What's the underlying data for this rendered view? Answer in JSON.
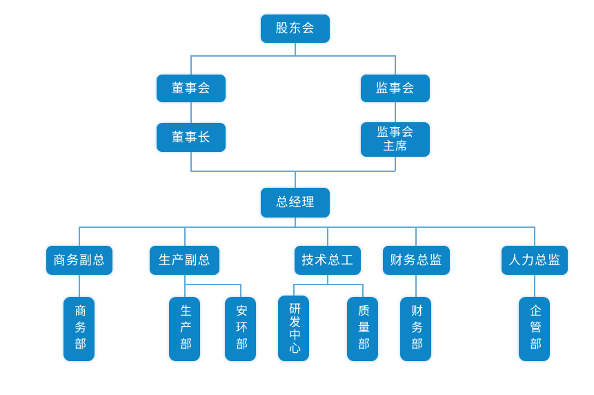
{
  "org_chart": {
    "type": "org-tree",
    "accent_color": "#0d85c7",
    "connector_color": "#63a8d6",
    "text_color": "#ffffff",
    "nodes": {
      "shareholders": {
        "label": "股东会"
      },
      "board": {
        "label": "董事会"
      },
      "chairman": {
        "label": "董事长"
      },
      "supervisory_board": {
        "label": "监事会"
      },
      "supervisory_chairman": {
        "label": "监事会\n主席"
      },
      "general_manager": {
        "label": "总经理"
      },
      "business_vp": {
        "label": "商务副总"
      },
      "production_vp": {
        "label": "生产副总"
      },
      "chief_engineer": {
        "label": "技术总工"
      },
      "finance_director": {
        "label": "财务总监"
      },
      "hr_director": {
        "label": "人力总监"
      },
      "business_dept": {
        "label": "商务部"
      },
      "production_dept": {
        "label": "生产部"
      },
      "safety_env_dept": {
        "label": "安环部"
      },
      "rd_center": {
        "label": "研发中心"
      },
      "quality_dept": {
        "label": "质量部"
      },
      "finance_dept": {
        "label": "财务部"
      },
      "enterprise_mgmt_dept": {
        "label": "企管部"
      }
    },
    "hierarchy": [
      {
        "parent": "股东会",
        "children": [
          "董事会",
          "监事会"
        ]
      },
      {
        "parent": "董事会",
        "children": [
          "董事长"
        ]
      },
      {
        "parent": "监事会",
        "children": [
          "监事会主席"
        ]
      },
      {
        "parent": "董事长/监事会主席",
        "children": [
          "总经理"
        ]
      },
      {
        "parent": "总经理",
        "children": [
          "商务副总",
          "生产副总",
          "技术总工",
          "财务总监",
          "人力总监"
        ]
      },
      {
        "parent": "商务副总",
        "children": [
          "商务部"
        ]
      },
      {
        "parent": "生产副总",
        "children": [
          "生产部",
          "安环部"
        ]
      },
      {
        "parent": "技术总工",
        "children": [
          "研发中心",
          "质量部"
        ]
      },
      {
        "parent": "财务总监",
        "children": [
          "财务部"
        ]
      },
      {
        "parent": "人力总监",
        "children": [
          "企管部"
        ]
      }
    ]
  }
}
